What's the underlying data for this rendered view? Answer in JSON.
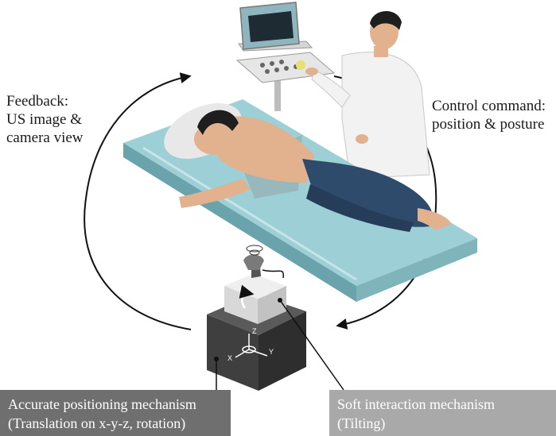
{
  "labels": {
    "feedback": [
      "Feedback:",
      "US image &",
      "camera view"
    ],
    "control": [
      "Control command:",
      "position & posture"
    ]
  },
  "captions": {
    "positioning": [
      "Accurate positioning mechanism",
      "(Translation on x-y-z, rotation)"
    ],
    "soft": [
      "Soft interaction mechanism",
      "(Tilting)"
    ]
  },
  "axes": {
    "x": "X",
    "y": "Y",
    "z": "Z"
  },
  "colors": {
    "bed_top": "#9ccfd6",
    "bed_side": "#6aa3ab",
    "skin": "#e2b18d",
    "jeans": "#2f4b6b",
    "robot_base": "#3f3f3f",
    "robot_head": "#d8d8d8",
    "caption_dark": "#6f6f6f",
    "caption_light": "#a9a9a9"
  }
}
